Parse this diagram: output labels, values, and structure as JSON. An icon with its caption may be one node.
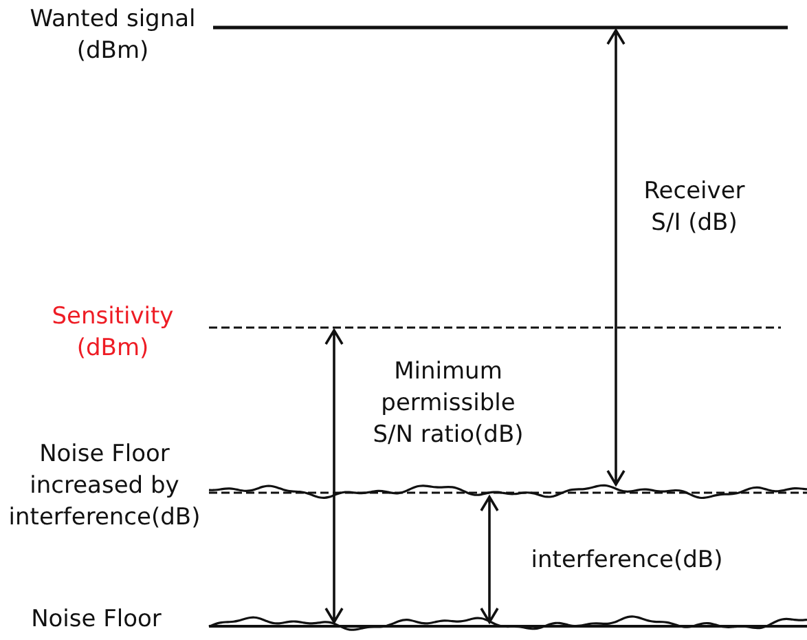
{
  "diagram": {
    "labels": [
      "Wanted signal (dBm)",
      "Receiver S/I (dB)",
      "Sensitivity (dBm)",
      "Minimum permissible S/N ratio(dB)",
      "Noise Floor increased by interference(dB)",
      "interference(dB)",
      "Noise Floor"
    ]
  }
}
